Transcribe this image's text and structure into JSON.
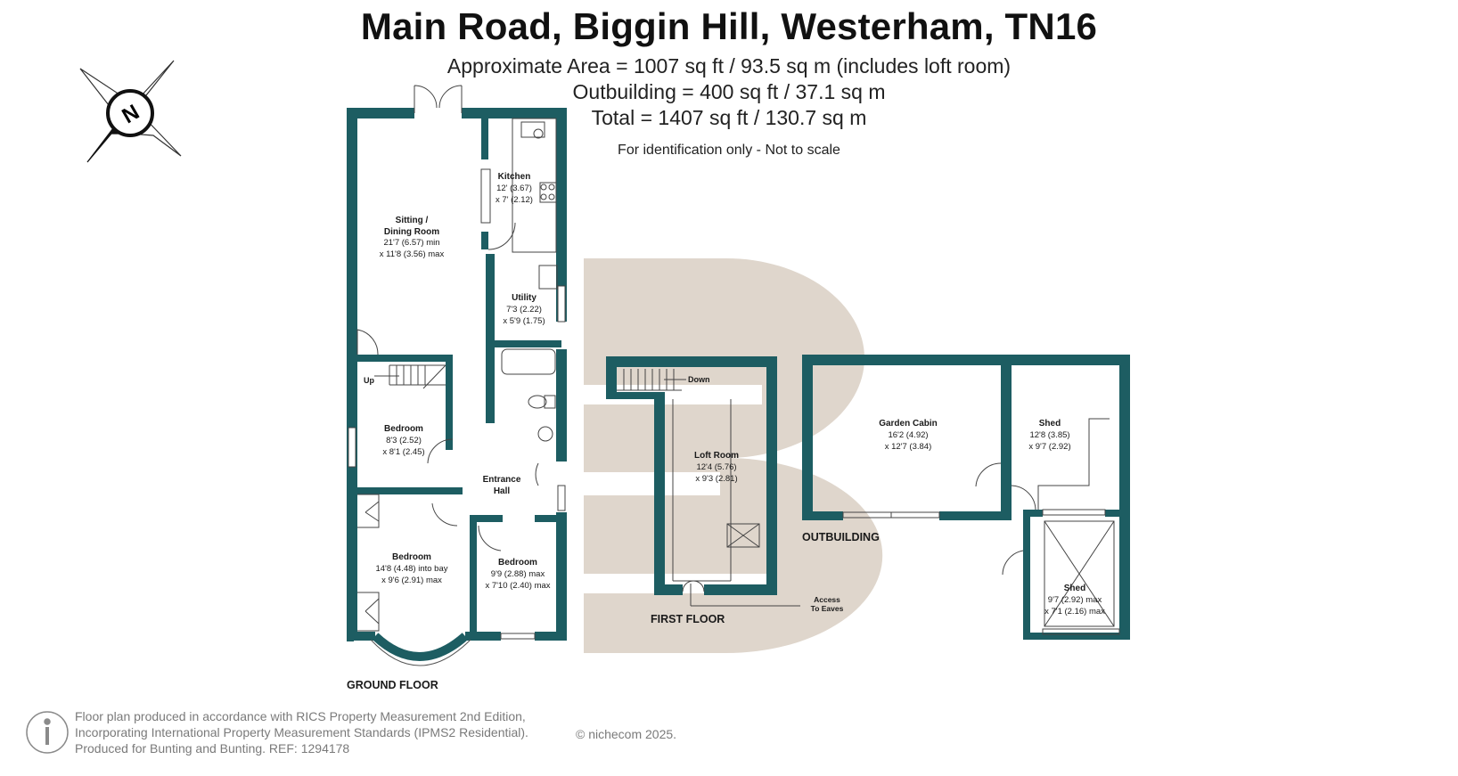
{
  "header": {
    "title": "Main Road, Biggin Hill, Westerham, TN16",
    "area_lines": [
      "Approximate Area = 1007 sq ft / 93.5 sq m (includes loft room)",
      "Outbuilding = 400 sq ft / 37.1 sq m",
      "Total = 1407 sq ft / 130.7 sq m"
    ],
    "note": "For identification only - Not to scale"
  },
  "compass": {
    "label": "N",
    "icon": "compass-north-icon"
  },
  "rooms": {
    "sitting": {
      "name1": "Sitting /",
      "name2": "Dining Room",
      "dim1": "21'7 (6.57) min",
      "dim2": "x 11'8 (3.56) max"
    },
    "kitchen": {
      "name": "Kitchen",
      "dim1": "12' (3.67)",
      "dim2": "x 7' (2.12)"
    },
    "utility": {
      "name": "Utility",
      "dim1": "7'3 (2.22)",
      "dim2": "x 5'9 (1.75)"
    },
    "bedroom1": {
      "name": "Bedroom",
      "dim1": "8'3 (2.52)",
      "dim2": "x 8'1 (2.45)"
    },
    "hall": {
      "name1": "Entrance",
      "name2": "Hall"
    },
    "bedroom2": {
      "name": "Bedroom",
      "dim1": "14'8 (4.48) into bay",
      "dim2": "x 9'6 (2.91) max"
    },
    "bedroom3": {
      "name": "Bedroom",
      "dim1": "9'9 (2.88) max",
      "dim2": "x 7'10 (2.40) max"
    },
    "loft": {
      "name": "Loft Room",
      "dim1": "12'4 (5.76)",
      "dim2": "x 9'3 (2.81)"
    },
    "cabin": {
      "name": "Garden Cabin",
      "dim1": "16'2 (4.92)",
      "dim2": "x 12'7 (3.84)"
    },
    "shed1": {
      "name": "Shed",
      "dim1": "12'8 (3.85)",
      "dim2": "x 9'7 (2.92)"
    },
    "shed2": {
      "name": "Shed",
      "dim1": "9'7 (2.92) max",
      "dim2": "x 7'1 (2.16) max"
    }
  },
  "annotations": {
    "up": "Up",
    "down": "Down",
    "eaves1": "Access",
    "eaves2": "To Eaves"
  },
  "floors": {
    "ground": "GROUND FLOOR",
    "first": "FIRST FLOOR",
    "outbuilding": "OUTBUILDING"
  },
  "footer": {
    "lines": [
      "Floor plan produced in accordance with RICS Property Measurement 2nd Edition,",
      "Incorporating International Property Measurement Standards (IPMS2 Residential).",
      "Produced for Bunting and Bunting.   REF:  1294178"
    ],
    "copyright": "© nichecom 2025."
  },
  "colors": {
    "wall": "#1d5d62",
    "watermark": "#dfd6cc",
    "text": "#1a1a1a",
    "footer": "#7a7a7a"
  }
}
